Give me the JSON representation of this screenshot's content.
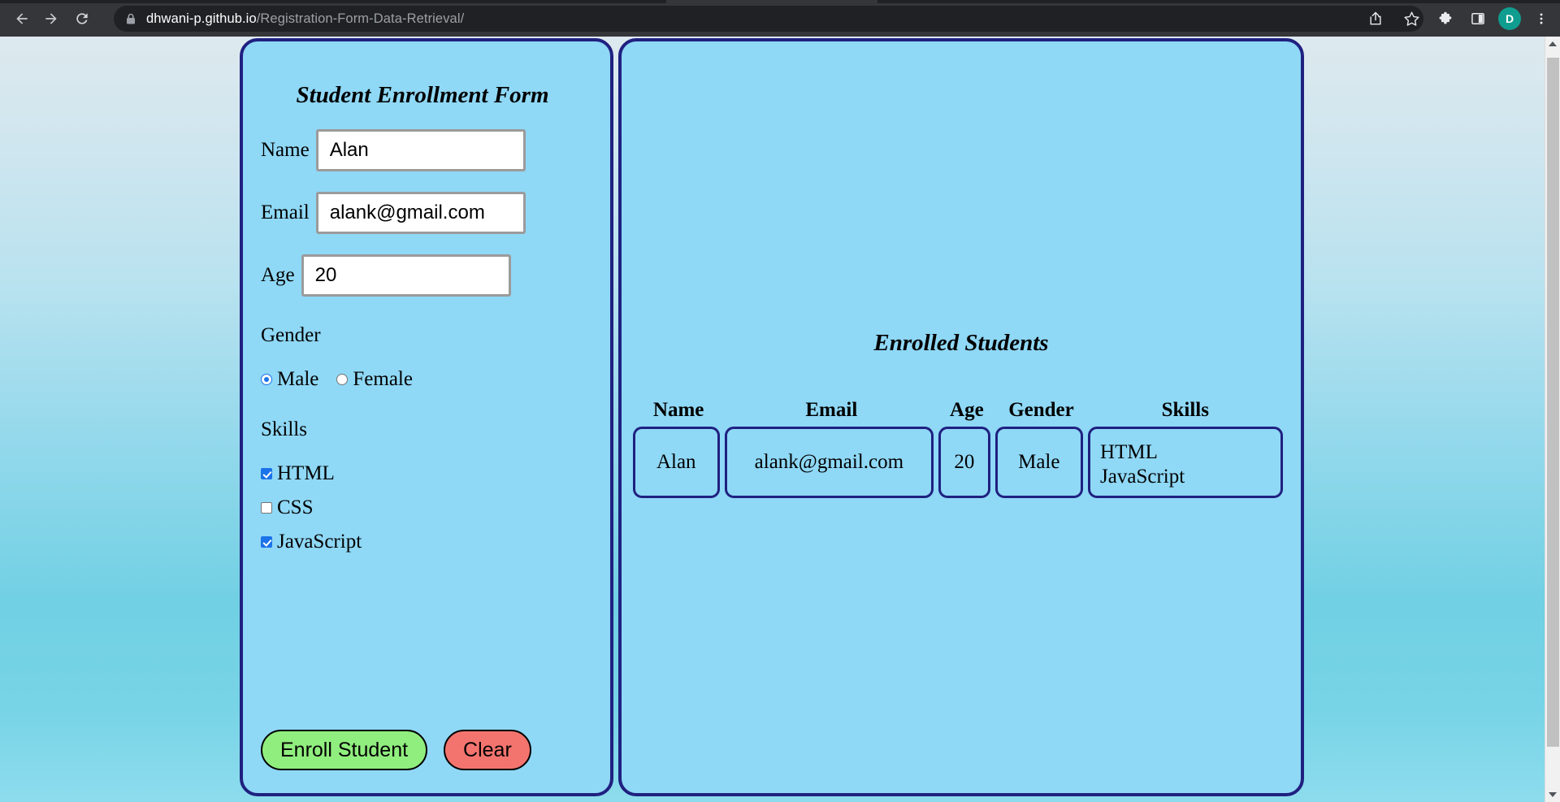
{
  "browser": {
    "url_domain": "dhwani-p.github.io",
    "url_path": "/Registration-Form-Data-Retrieval/",
    "back_icon": "back-arrow-icon",
    "forward_icon": "forward-arrow-icon",
    "reload_icon": "reload-icon",
    "lock_icon": "lock-icon",
    "share_icon": "share-icon",
    "bookmark_icon": "star-icon",
    "extensions_icon": "puzzle-piece-icon",
    "sidepanel_icon": "side-panel-icon",
    "menu_icon": "three-dot-menu-icon",
    "avatar_initial": "D",
    "avatar_color": "#0f9d8f"
  },
  "theme": {
    "panel_bg": "#8fd8f6",
    "panel_border": "#1f2180",
    "enroll_button_bg": "#90ee7e",
    "clear_button_bg": "#f3746e",
    "checkbox_accent": "#1a73e8"
  },
  "form": {
    "title": "Student Enrollment Form",
    "fields": [
      {
        "label": "Name",
        "value": "Alan",
        "placeholder": ""
      },
      {
        "label": "Email",
        "value": "alank@gmail.com",
        "placeholder": ""
      },
      {
        "label": "Age",
        "value": "20",
        "placeholder": ""
      }
    ],
    "gender": {
      "label": "Gender",
      "options": [
        {
          "label": "Male",
          "checked": true
        },
        {
          "label": "Female",
          "checked": false
        }
      ]
    },
    "skills": {
      "label": "Skills",
      "options": [
        {
          "label": "HTML",
          "checked": true
        },
        {
          "label": "CSS",
          "checked": false
        },
        {
          "label": "JavaScript",
          "checked": true
        }
      ]
    },
    "buttons": {
      "enroll": "Enroll Student",
      "clear": "Clear"
    }
  },
  "results": {
    "title": "Enrolled Students",
    "columns": [
      "Name",
      "Email",
      "Age",
      "Gender",
      "Skills"
    ],
    "rows": [
      {
        "name": "Alan",
        "email": "alank@gmail.com",
        "age": "20",
        "gender": "Male",
        "skills_line1": "HTML",
        "skills_line2": "JavaScript"
      }
    ]
  },
  "scrollbar": {
    "up_arrow": "scroll-up-arrow-icon",
    "down_arrow": "scroll-down-arrow-icon"
  }
}
